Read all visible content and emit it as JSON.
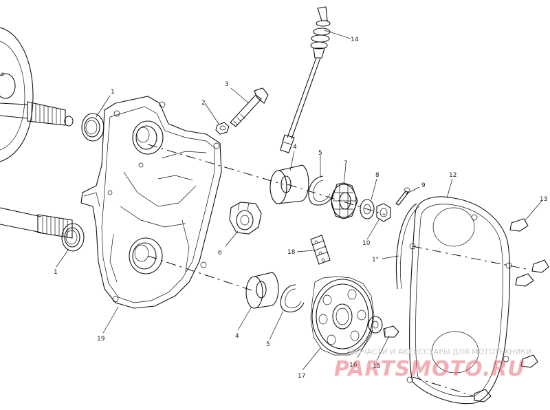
{
  "callouts": [
    {
      "id": "c1a",
      "text": "1"
    },
    {
      "id": "c1b",
      "text": "1"
    },
    {
      "id": "c1c",
      "text": "1\""
    },
    {
      "id": "c2",
      "text": "2"
    },
    {
      "id": "c3",
      "text": "3"
    },
    {
      "id": "c4a",
      "text": "4"
    },
    {
      "id": "c4b",
      "text": "4"
    },
    {
      "id": "c5a",
      "text": "5"
    },
    {
      "id": "c5b",
      "text": "5"
    },
    {
      "id": "c6",
      "text": "6"
    },
    {
      "id": "c7",
      "text": "7"
    },
    {
      "id": "c8",
      "text": "8"
    },
    {
      "id": "c9",
      "text": "9"
    },
    {
      "id": "c10",
      "text": "10"
    },
    {
      "id": "c12",
      "text": "12"
    },
    {
      "id": "c13",
      "text": "13"
    },
    {
      "id": "c14",
      "text": "14"
    },
    {
      "id": "c15",
      "text": "15"
    },
    {
      "id": "c16",
      "text": "16"
    },
    {
      "id": "c17",
      "text": "17"
    },
    {
      "id": "c18",
      "text": "18"
    },
    {
      "id": "c19",
      "text": "19"
    }
  ],
  "watermark": {
    "tagline": "ЗАПЧАСТИ И АКСЕССУАРЫ ДЛЯ МОТОТЕХНИКИ",
    "brand": "PARTSMOTO.RU",
    "brand_color": "#e8505b"
  }
}
